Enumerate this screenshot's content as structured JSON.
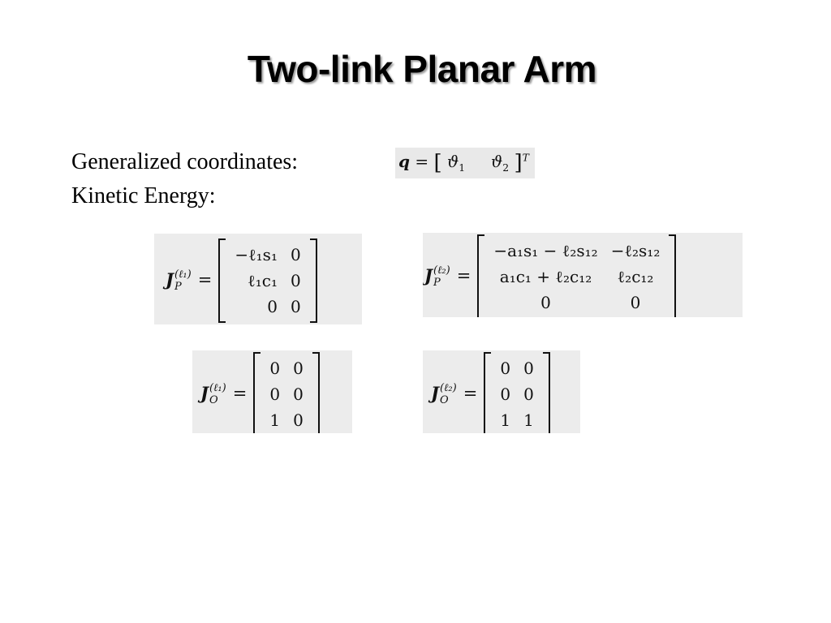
{
  "slide": {
    "title": "Two-link Planar Arm",
    "labels": {
      "generalized_coordinates": "Generalized coordinates:",
      "kinetic_energy": "Kinetic Energy:"
    }
  },
  "equations": {
    "q": {
      "lhs": "q",
      "eq": "=",
      "entries": [
        "ϑ",
        "ϑ"
      ],
      "subs": [
        "1",
        "2"
      ],
      "transpose": "T"
    },
    "jp1": {
      "symbol": "J",
      "sup": "(ℓ₁)",
      "sub": "P",
      "eq": "=",
      "rows": [
        [
          "−ℓ₁s₁",
          "0"
        ],
        [
          "ℓ₁c₁",
          "0"
        ],
        [
          "0",
          "0"
        ]
      ]
    },
    "jp2": {
      "symbol": "J",
      "sup": "(ℓ₂)",
      "sub": "P",
      "eq": "=",
      "rows": [
        [
          "−a₁s₁ − ℓ₂s₁₂",
          "−ℓ₂s₁₂"
        ],
        [
          "a₁c₁ + ℓ₂c₁₂",
          "ℓ₂c₁₂"
        ],
        [
          "0",
          "0"
        ]
      ]
    },
    "jo1": {
      "symbol": "J",
      "sup": "(ℓ₁)",
      "sub": "O",
      "eq": "=",
      "rows": [
        [
          "0",
          "0"
        ],
        [
          "0",
          "0"
        ],
        [
          "1",
          "0"
        ]
      ]
    },
    "jo2": {
      "symbol": "J",
      "sup": "(ℓ₂)",
      "sub": "O",
      "eq": "=",
      "rows": [
        [
          "0",
          "0"
        ],
        [
          "0",
          "0"
        ],
        [
          "1",
          "1"
        ]
      ]
    }
  }
}
